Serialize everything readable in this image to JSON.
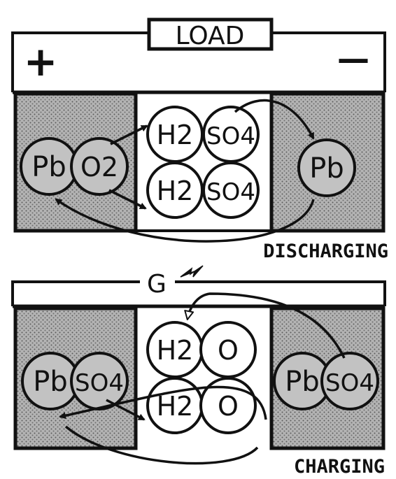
{
  "discharging": {
    "load_label": "LOAD",
    "positive_sign": "+",
    "negative_sign": "—",
    "positive_plate": {
      "atom": "Pb",
      "group": "O2"
    },
    "electrolyte": [
      {
        "left": "H2",
        "right": "SO4"
      },
      {
        "left": "H2",
        "right": "SO4"
      }
    ],
    "negative_plate": {
      "atom": "Pb"
    },
    "caption": "DISCHARGING"
  },
  "charging": {
    "generator_label": "G",
    "positive_plate": {
      "atom": "Pb",
      "group": "SO4"
    },
    "electrolyte": [
      {
        "left": "H2",
        "right": "O"
      },
      {
        "left": "H2",
        "right": "O"
      }
    ],
    "negative_plate": {
      "atom": "Pb",
      "group": "SO4"
    },
    "caption": "CHARGING"
  },
  "colors": {
    "ink": "#111111",
    "paper": "#ffffff",
    "plate_fill": "#b3b3b3"
  }
}
